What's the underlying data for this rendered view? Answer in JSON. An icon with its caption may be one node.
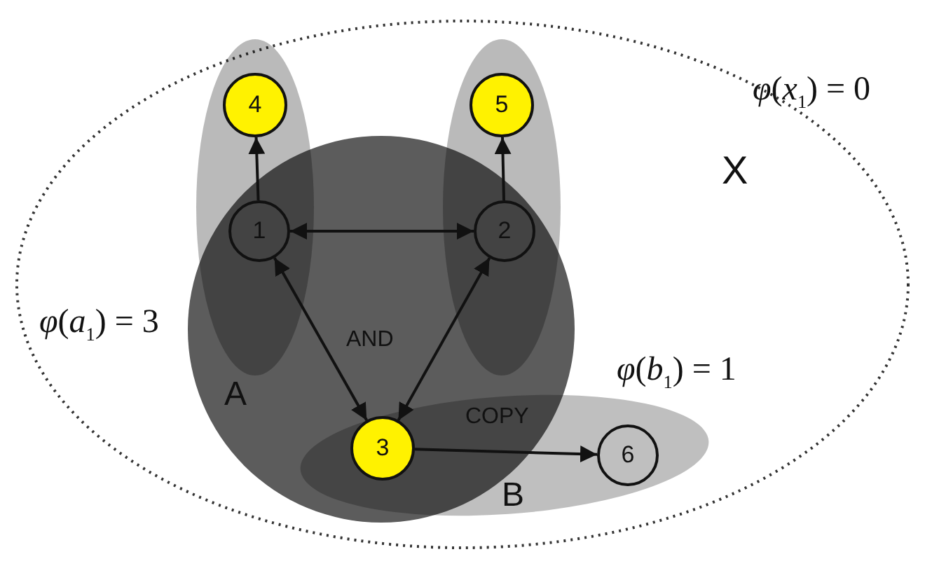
{
  "diagram": {
    "nodes": [
      {
        "text": [
          "1"
        ]
      },
      {
        "text": [
          "2"
        ]
      },
      {
        "text": [
          "3"
        ]
      },
      {
        "text": [
          "4"
        ]
      },
      {
        "text": [
          "5"
        ]
      },
      {
        "text": [
          "6"
        ]
      }
    ],
    "edges": [
      {
        "from": 0,
        "to": 3,
        "arrow": "to"
      },
      {
        "from": 1,
        "to": 4,
        "arrow": "to"
      },
      {
        "from": 0,
        "to": 1,
        "arrow": "both"
      },
      {
        "from": 0,
        "to": 2,
        "arrow": "both"
      },
      {
        "from": 1,
        "to": 2,
        "arrow": "both"
      },
      {
        "from": 2,
        "to": 5,
        "arrow": "to",
        "label": "COPY"
      }
    ],
    "labels": [
      "*φ*(*x*$_{1}$) = 0",
      "X",
      "*φ*(*a*$_{1}$) = 3",
      "AND",
      "A",
      "*φ*(*b*$_{1}$) = 1",
      "B"
    ]
  }
}
